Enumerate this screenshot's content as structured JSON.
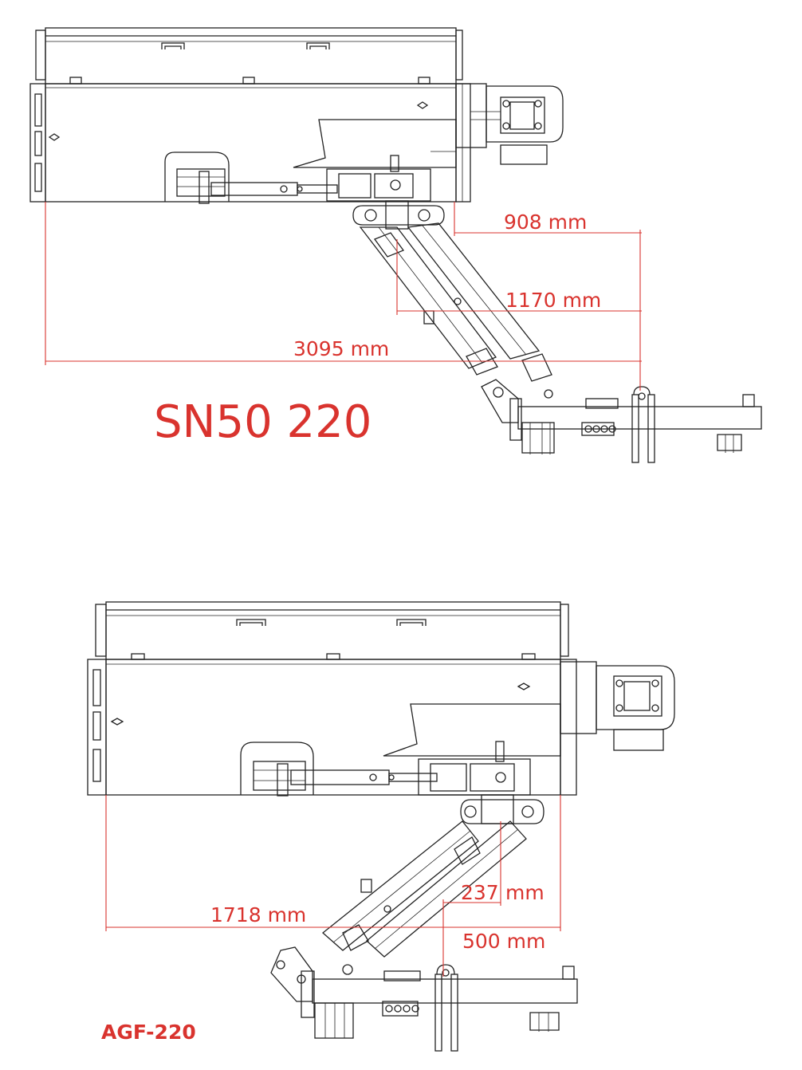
{
  "colors": {
    "accent": "#d9332e",
    "line": "#222222",
    "background": "#ffffff"
  },
  "top_view": {
    "model_label": "SN50 220",
    "dim_908": "908 mm",
    "dim_1170": "1170 mm",
    "dim_3095": "3095 mm"
  },
  "bottom_view": {
    "model_label": "AGF-220",
    "dim_237_value": "237",
    "dim_237_unit": "mm",
    "dim_1718": "1718 mm",
    "dim_500": "500 mm"
  }
}
